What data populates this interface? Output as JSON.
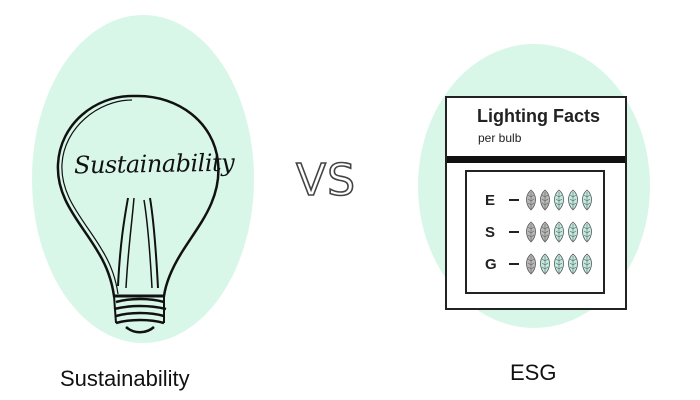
{
  "colors": {
    "background_blob": "#d9f7e9",
    "leaf_filled": "#bfeee0",
    "leaf_empty": "#b8b8b8",
    "outline": "#222222"
  },
  "left": {
    "bulb_text": "Sustainability",
    "caption": "Sustainability"
  },
  "center": {
    "vs_text": "VS"
  },
  "right": {
    "label_title": "Lighting Facts",
    "label_subtitle": "per bulb",
    "caption": "ESG",
    "ratings": [
      {
        "letter": "E",
        "filled": 3,
        "total": 5
      },
      {
        "letter": "S",
        "filled": 3,
        "total": 5
      },
      {
        "letter": "G",
        "filled": 4,
        "total": 5
      }
    ]
  }
}
